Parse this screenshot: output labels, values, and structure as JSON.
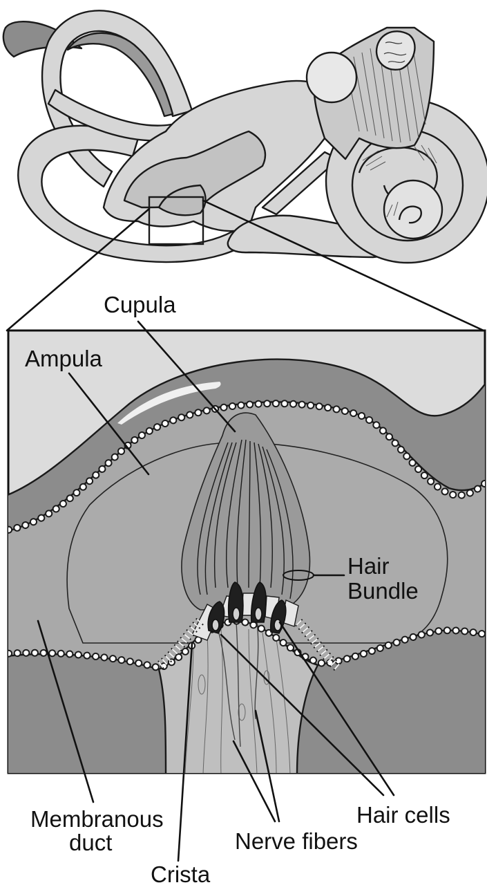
{
  "diagram": {
    "labels": {
      "cupula": "Cupula",
      "ampula": "Ampula",
      "hair_bundle_line1": "Hair",
      "hair_bundle_line2": "Bundle",
      "membranous_duct_line1": "Membranous",
      "membranous_duct_line2": "duct",
      "hair_cells": "Hair cells",
      "nerve_fibers": "Nerve fibers",
      "crista": "Crista"
    },
    "colors": {
      "labyrinth_fill": "#d6d6d6",
      "dark_gray": "#8c8c8c",
      "mid_gray": "#a9a9a9",
      "light_gray": "#dcdcdc",
      "outline": "#1a1a1a",
      "hair_cell_dark": "#1f1f1f"
    }
  }
}
